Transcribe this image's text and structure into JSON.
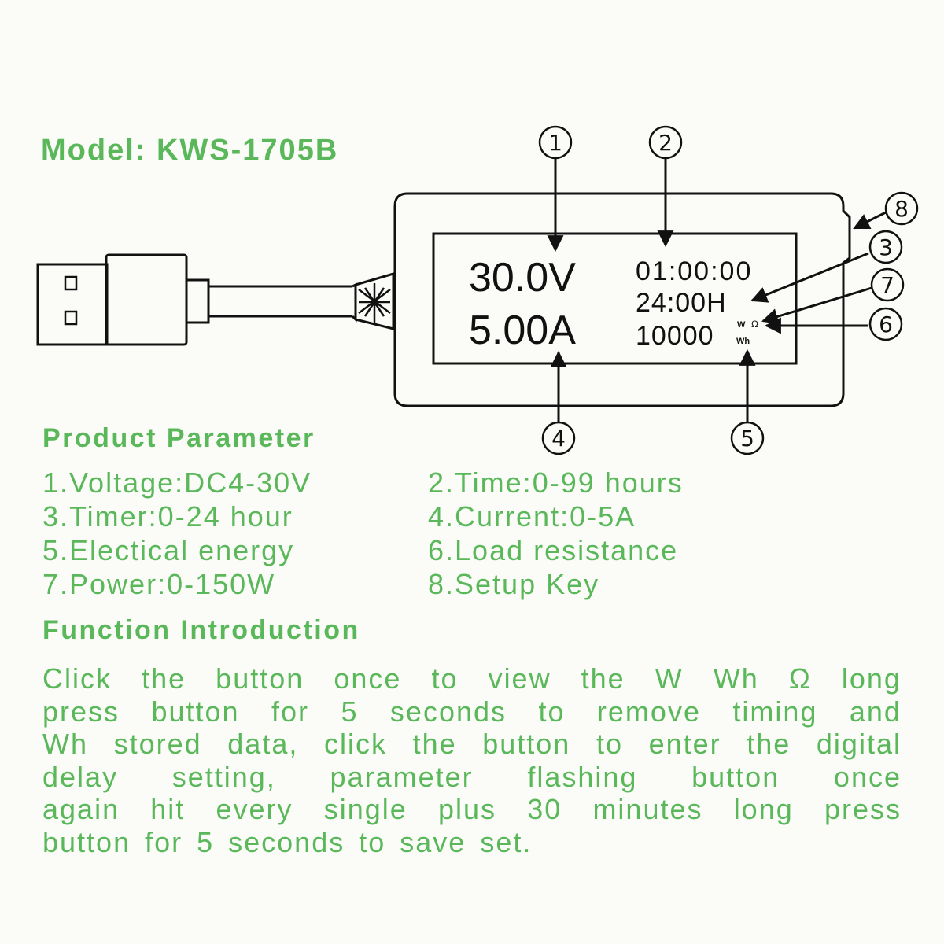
{
  "model": {
    "label": "Model: ",
    "number": "KWS-1705B"
  },
  "device": {
    "voltage": "30.0V",
    "current": "5.00A",
    "time": "01:00:00",
    "timer": "24:00H",
    "energy": "10000",
    "unit_w": "W",
    "unit_ohm": "Ω",
    "unit_wh": "Wh"
  },
  "callouts": [
    "1",
    "2",
    "3",
    "4",
    "5",
    "6",
    "7",
    "8"
  ],
  "product_parameter": {
    "title": "Product Parameter",
    "items": [
      "1.Voltage:DC4-30V",
      "2.Time:0-99 hours",
      "3.Timer:0-24 hour",
      "4.Current:0-5A",
      "5.Electical energy",
      "6.Load resistance",
      "7.Power:0-150W",
      "8.Setup Key"
    ]
  },
  "function_introduction": {
    "title": "Function Introduction",
    "lines": [
      "Click the button once to view the W Wh Ω long",
      "press button for 5 seconds to remove timing and",
      "Wh stored data, click the button to enter the digital",
      "delay setting, parameter flashing button once",
      "again hit every single plus 30 minutes long press",
      "button for 5 seconds to save set."
    ]
  },
  "colors": {
    "text_green": "#5ab85a",
    "line": "#111111",
    "background": "#fbfcf8"
  }
}
